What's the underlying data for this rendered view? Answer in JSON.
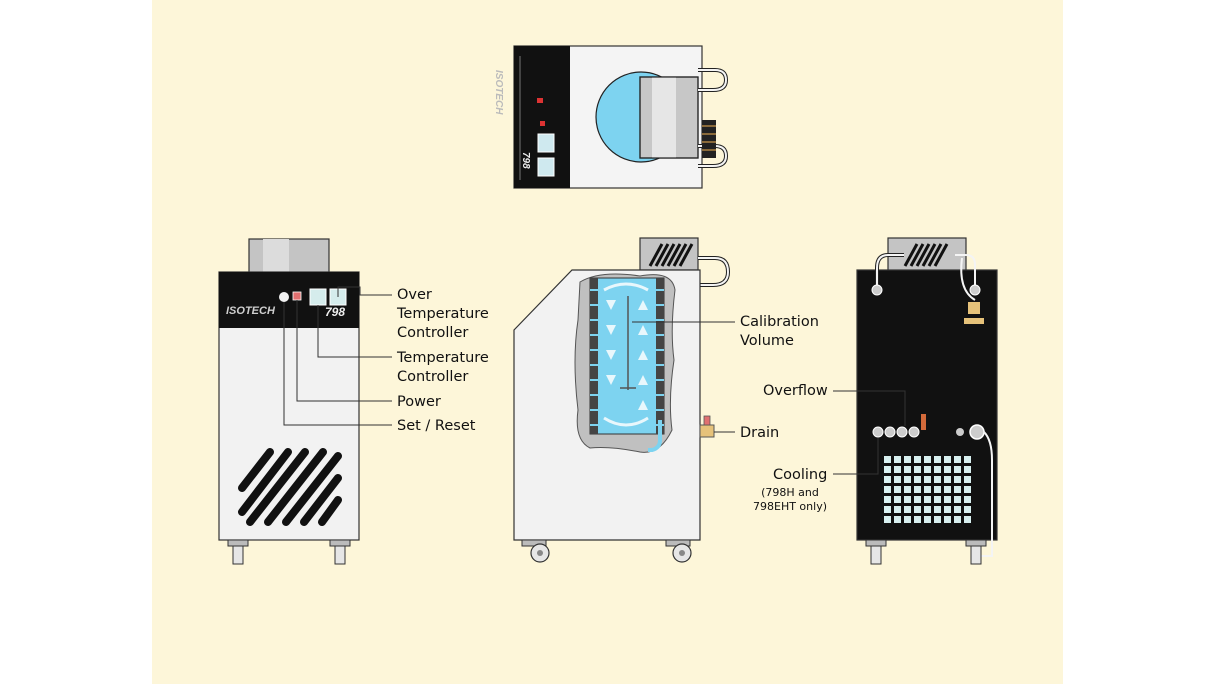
{
  "colors": {
    "background": "#fdf6d9",
    "unit_body": "#f2f2f2",
    "unit_dark": "#111111",
    "fluid": "#7dd3f0",
    "steel": "#b8b8b8"
  },
  "unit": {
    "brand": "ISOTECH",
    "model": "798"
  },
  "labels": {
    "over_temp": [
      "Over",
      "Temperature",
      "Controller"
    ],
    "temp_ctrl": [
      "Temperature",
      "Controller"
    ],
    "power": "Power",
    "set_reset": "Set / Reset",
    "calibration_volume": [
      "Calibration",
      "Volume"
    ],
    "drain": "Drain",
    "overflow": "Overflow",
    "cooling": "Cooling",
    "cooling_note": [
      "(798H and",
      "798EHT only)"
    ]
  }
}
